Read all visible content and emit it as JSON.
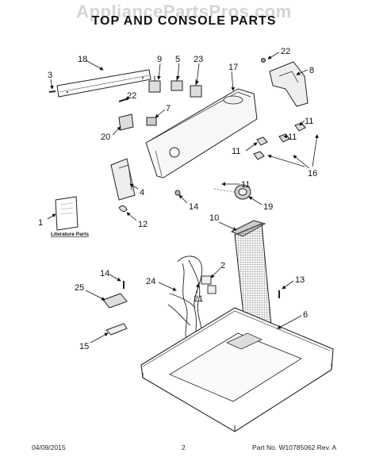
{
  "watermark": "AppliancePartsPros.com",
  "title": "TOP AND CONSOLE PARTS",
  "literature_label": "Literature Parts",
  "callouts": [
    "1",
    "2",
    "3",
    "4",
    "5",
    "6",
    "7",
    "8",
    "9",
    "10",
    "11",
    "11",
    "11",
    "11",
    "12",
    "13",
    "14",
    "14",
    "15",
    "16",
    "17",
    "18",
    "19",
    "20",
    "21",
    "22",
    "22",
    "23",
    "24",
    "25"
  ],
  "footer": {
    "date": "04/09/2015",
    "page": "2",
    "part_number": "Part No. W10785062  Rev. A"
  }
}
